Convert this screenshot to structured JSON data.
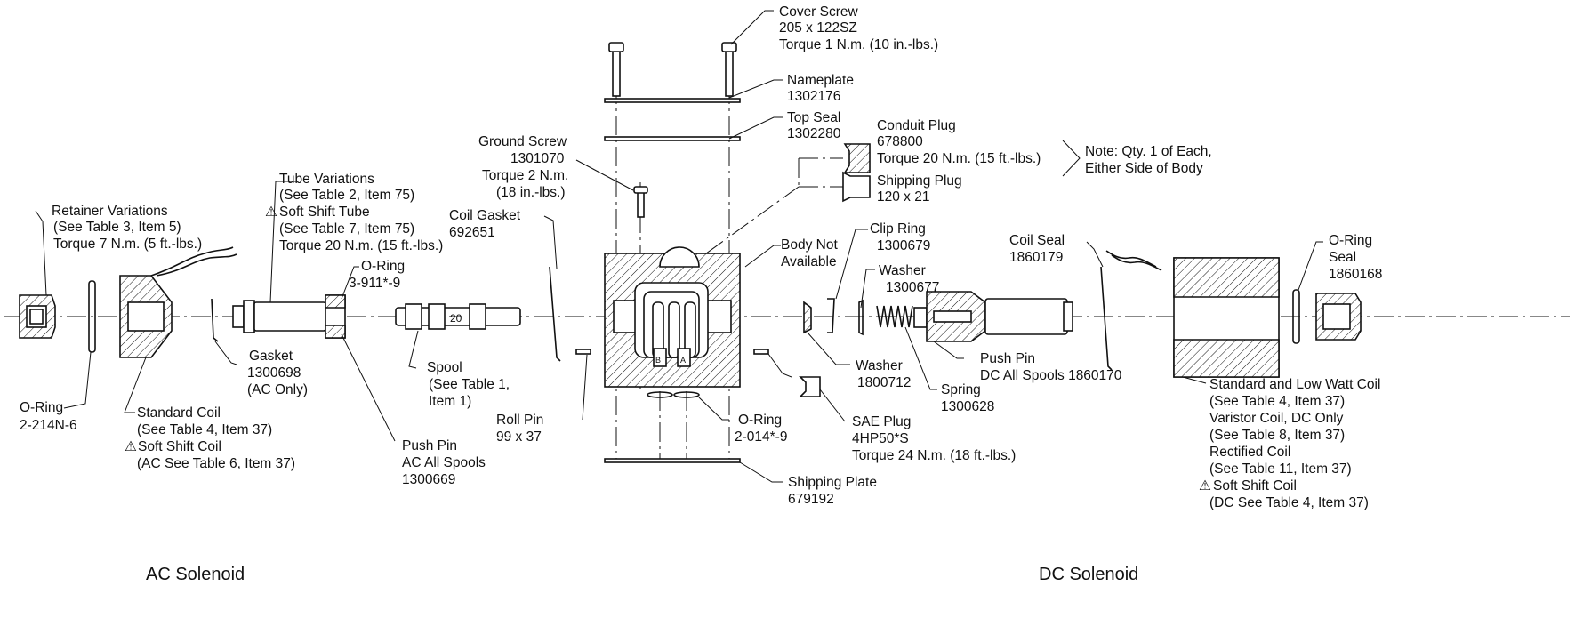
{
  "sections": {
    "ac": "AC Solenoid",
    "dc": "DC Solenoid"
  },
  "labels": {
    "cover_screw": [
      "Cover Screw",
      "205 x 122SZ",
      "Torque 1 N.m. (10 in.-lbs.)"
    ],
    "nameplate": [
      "Nameplate",
      "1302176"
    ],
    "top_seal": [
      "Top Seal",
      "1302280"
    ],
    "conduit_plug": [
      "Conduit Plug",
      "678800",
      "Torque 20 N.m. (15 ft.-lbs.)"
    ],
    "shipping_plug": [
      "Shipping Plug",
      "120 x 21"
    ],
    "note": [
      "Note: Qty. 1 of Each,",
      "Either Side of Body"
    ],
    "ground_screw": [
      "Ground Screw",
      "1301070",
      "Torque 2 N.m.",
      "(18 in.-lbs.)"
    ],
    "coil_gasket": [
      "Coil Gasket",
      "692651"
    ],
    "body": [
      "Body Not",
      "Available"
    ],
    "clip_ring": [
      "Clip Ring",
      "1300679"
    ],
    "washer_top": [
      "Washer",
      "1300677"
    ],
    "coil_seal": [
      "Coil Seal",
      "1860179"
    ],
    "oring_seal": [
      "O-Ring",
      "Seal",
      "1860168"
    ],
    "retainer": [
      "Retainer Variations",
      "(See Table 3, Item 5)",
      "Torque 7 N.m. (5 ft.-lbs.)"
    ],
    "tube": [
      "Tube Variations",
      "(See Table 2, Item 75)",
      "Soft Shift Tube",
      "(See Table 7, Item 75)",
      "Torque 20 N.m. (15 ft.-lbs.)"
    ],
    "oring_tube": [
      "O-Ring",
      "3-911*-9"
    ],
    "gasket": [
      "Gasket",
      "1300698",
      "(AC Only)"
    ],
    "spool": [
      "Spool",
      "(See Table 1,",
      "Item 1)"
    ],
    "oring_left": [
      "O-Ring",
      "2-214N-6"
    ],
    "standard_coil": [
      "Standard Coil",
      "(See Table 4, Item 37)",
      "Soft Shift Coil",
      "(AC See Table 6, Item 37)"
    ],
    "push_pin_ac": [
      "Push Pin",
      "AC All Spools",
      "1300669"
    ],
    "roll_pin": [
      "Roll Pin",
      "99 x 37"
    ],
    "oring_bottom": [
      "O-Ring",
      "2-014*-9"
    ],
    "shipping_plate": [
      "Shipping Plate",
      "679192"
    ],
    "sae_plug": [
      "SAE Plug",
      "4HP50*S",
      "Torque 24 N.m. (18 ft.-lbs.)"
    ],
    "washer_bottom": [
      "Washer",
      "1800712"
    ],
    "spring": [
      "Spring",
      "1300628"
    ],
    "push_pin_dc": [
      "Push Pin",
      "DC All Spools 1860170"
    ],
    "dc_coil": [
      "Standard and Low Watt Coil",
      "(See Table 4, Item 37)",
      "Varistor Coil, DC Only",
      "(See Table 8, Item 37)",
      "Rectified Coil",
      "(See Table 11, Item 37)",
      "Soft Shift Coil",
      "(DC See Table 4, Item 37)"
    ]
  },
  "spool_marking": "20",
  "port_marks": [
    "B",
    "A"
  ],
  "warning_symbol": "⚠"
}
